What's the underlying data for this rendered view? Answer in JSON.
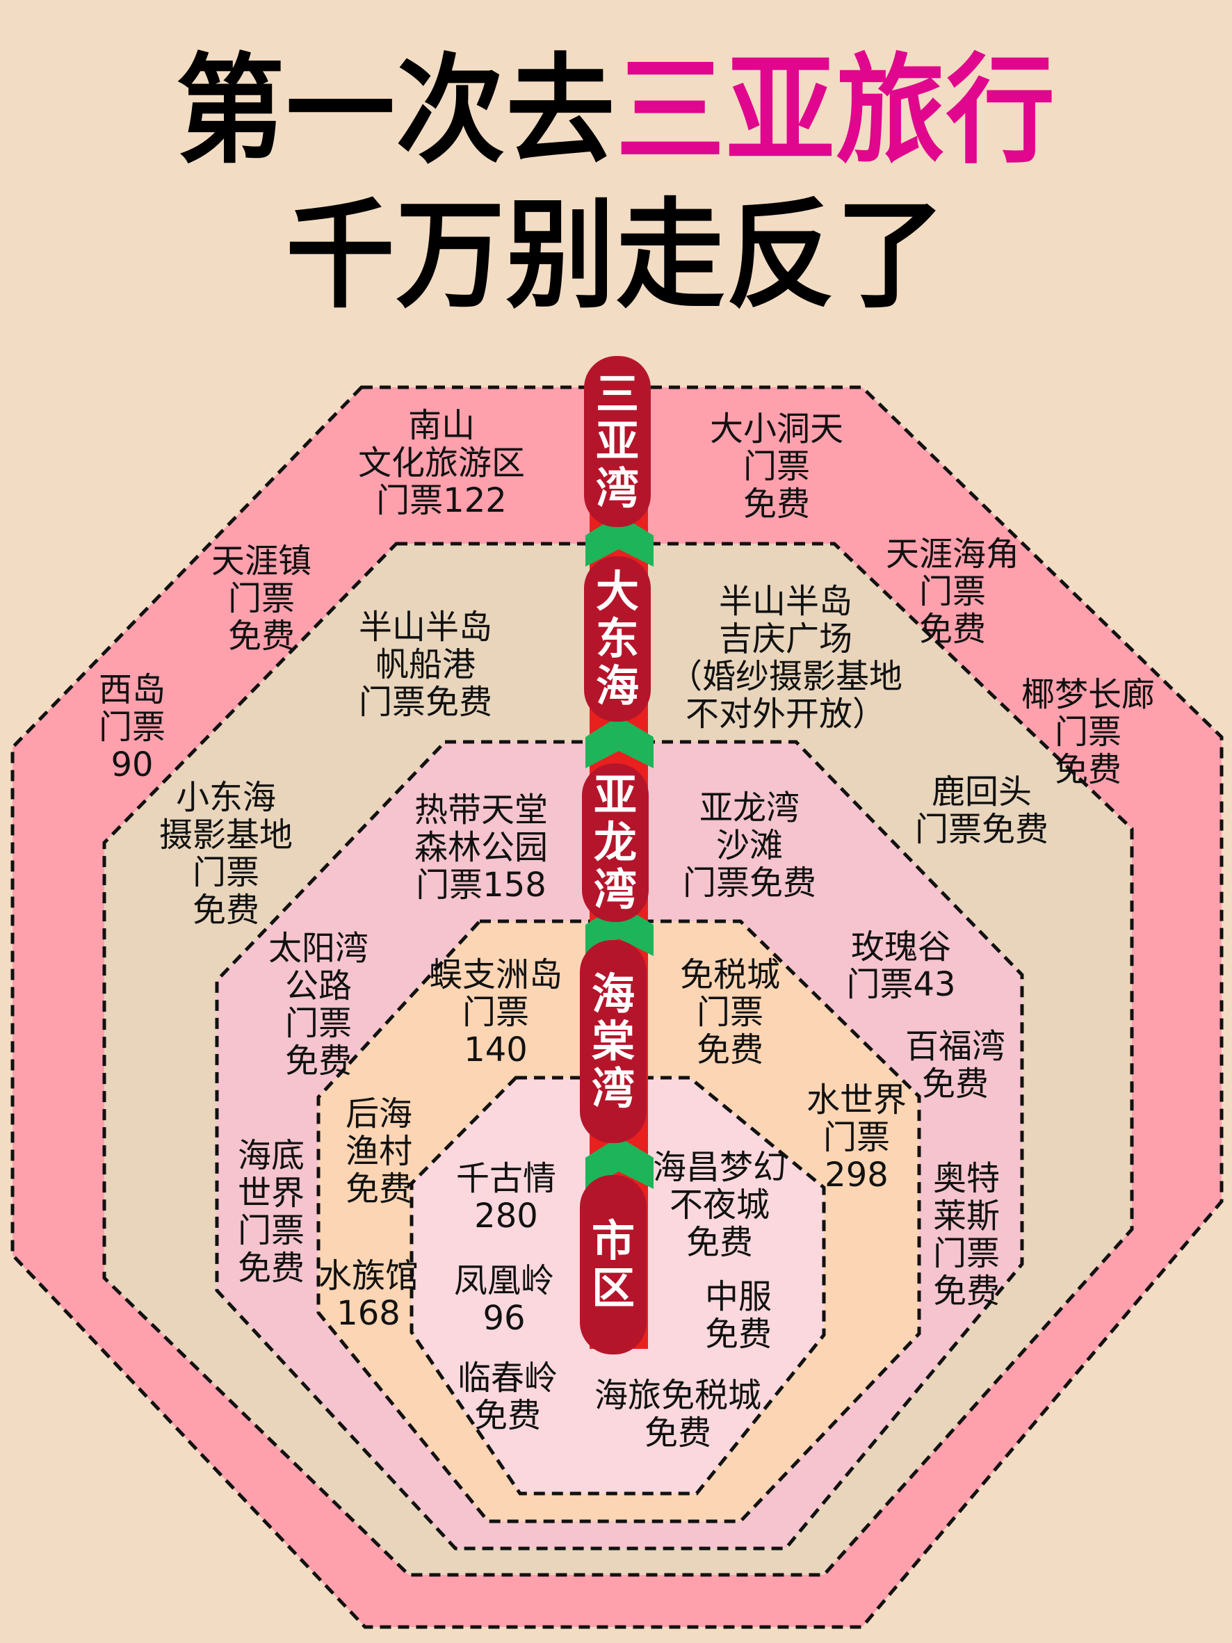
{
  "title": {
    "line1_prefix": "第一次去",
    "line1_accent": "三亚旅行",
    "line2": "千万别走反了",
    "accent_color": "#E0068D"
  },
  "colors": {
    "background": "#F2DCC3",
    "ring1": "#FFA0AD",
    "ring2": "#E8D5BC",
    "ring3": "#F5C4CE",
    "ring4": "#FBD5B4",
    "ring5": "#FAD8DD",
    "station": "#B5152B",
    "arrow": "#1DB45A"
  },
  "stations": [
    {
      "name": "三亚湾",
      "chars": [
        "三",
        "亚",
        "湾"
      ]
    },
    {
      "name": "大东海",
      "chars": [
        "大",
        "东",
        "海"
      ]
    },
    {
      "name": "亚龙湾",
      "chars": [
        "亚",
        "龙",
        "湾"
      ]
    },
    {
      "name": "海棠湾",
      "chars": [
        "海",
        "棠",
        "湾"
      ]
    },
    {
      "name": "市区",
      "chars": [
        "市",
        "区"
      ]
    }
  ],
  "rings": {
    "sanyawan": {
      "station": "三亚湾",
      "spots": [
        {
          "text": "南山\n文化旅游区\n门票122"
        },
        {
          "text": "大小洞天\n门票\n免费"
        },
        {
          "text": "天涯镇\n门票\n免费"
        },
        {
          "text": "天涯海角\n门票\n免费"
        },
        {
          "text": "西岛\n门票\n90"
        },
        {
          "text": "椰梦长廊\n门票\n免费"
        }
      ]
    },
    "dadonghai": {
      "station": "大东海",
      "spots": [
        {
          "text": "半山半岛\n帆船港\n门票免费"
        },
        {
          "text": "半山半岛\n吉庆广场\n（婚纱摄影基地\n不对外开放）"
        },
        {
          "text": "小东海\n摄影基地\n门票\n免费"
        },
        {
          "text": "鹿回头\n门票免费"
        }
      ]
    },
    "yalongwan": {
      "station": "亚龙湾",
      "spots": [
        {
          "text": "热带天堂\n森林公园\n门票158"
        },
        {
          "text": "亚龙湾\n沙滩\n门票免费"
        },
        {
          "text": "太阳湾\n公路\n门票\n免费"
        },
        {
          "text": "玫瑰谷\n门票43"
        },
        {
          "text": "百福湾\n免费"
        },
        {
          "text": "海底\n世界\n门票\n免费"
        },
        {
          "text": "奥特\n莱斯\n门票\n免费"
        }
      ]
    },
    "haitangwan": {
      "station": "海棠湾",
      "spots": [
        {
          "text": "蜈支洲岛\n门票\n140"
        },
        {
          "text": "免税城\n门票\n免费"
        },
        {
          "text": "后海\n渔村\n免费"
        },
        {
          "text": "水世界\n门票\n298"
        },
        {
          "text": "水族馆\n168"
        }
      ]
    },
    "shiqu": {
      "station": "市区",
      "spots": [
        {
          "text": "千古情\n280"
        },
        {
          "text": "海昌梦幻\n不夜城\n免费"
        },
        {
          "text": "凤凰岭\n96"
        },
        {
          "text": "中服\n免费"
        },
        {
          "text": "临春岭\n免费"
        },
        {
          "text": "海旅免税城\n免费"
        }
      ]
    }
  }
}
